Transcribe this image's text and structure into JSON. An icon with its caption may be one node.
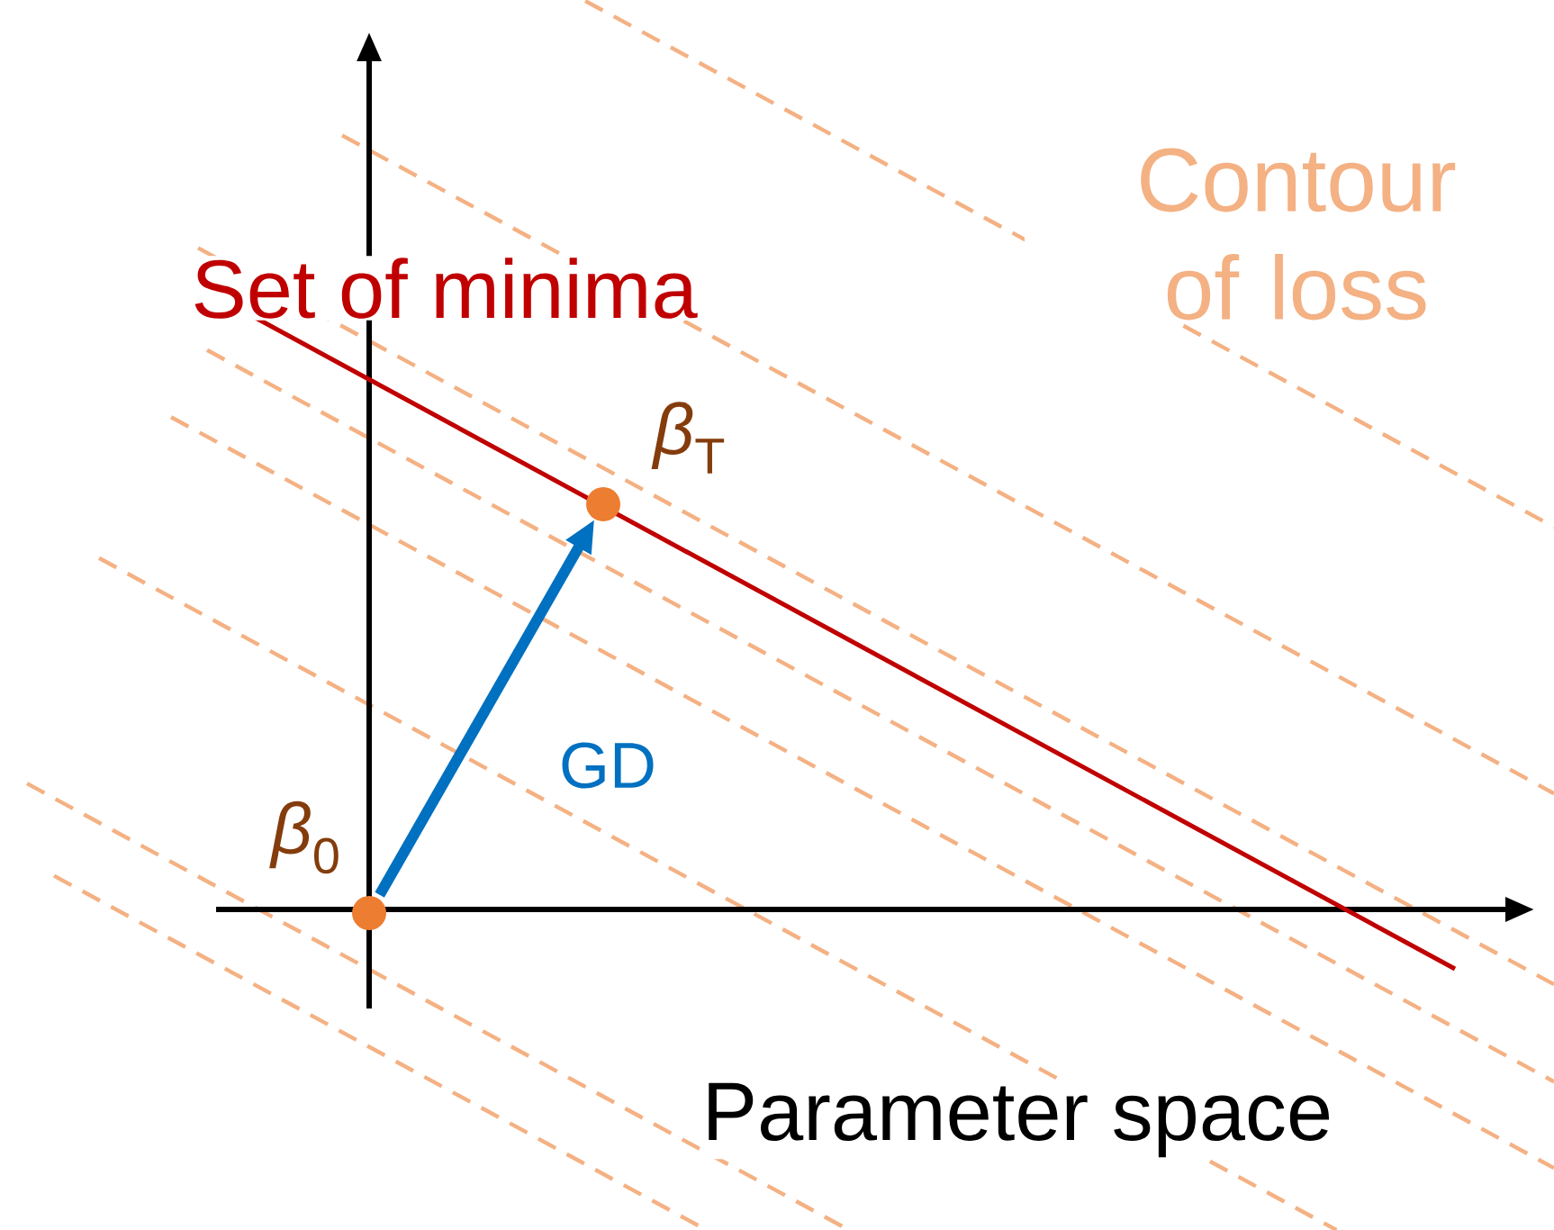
{
  "diagram": {
    "nodes": [
      {
        "text": [],
        "shape": "circle",
        "beside": [
          "*β*$_{0}$"
        ]
      },
      {
        "text": [],
        "shape": "circle",
        "beside": [
          "*β*$_{T}$"
        ]
      }
    ],
    "edges": [
      {
        "from": 0,
        "to": 1,
        "arrow": "to",
        "label": "GD"
      }
    ],
    "labels": [
      "Contour of loss",
      "Set of minima",
      "Parameter space"
    ]
  }
}
